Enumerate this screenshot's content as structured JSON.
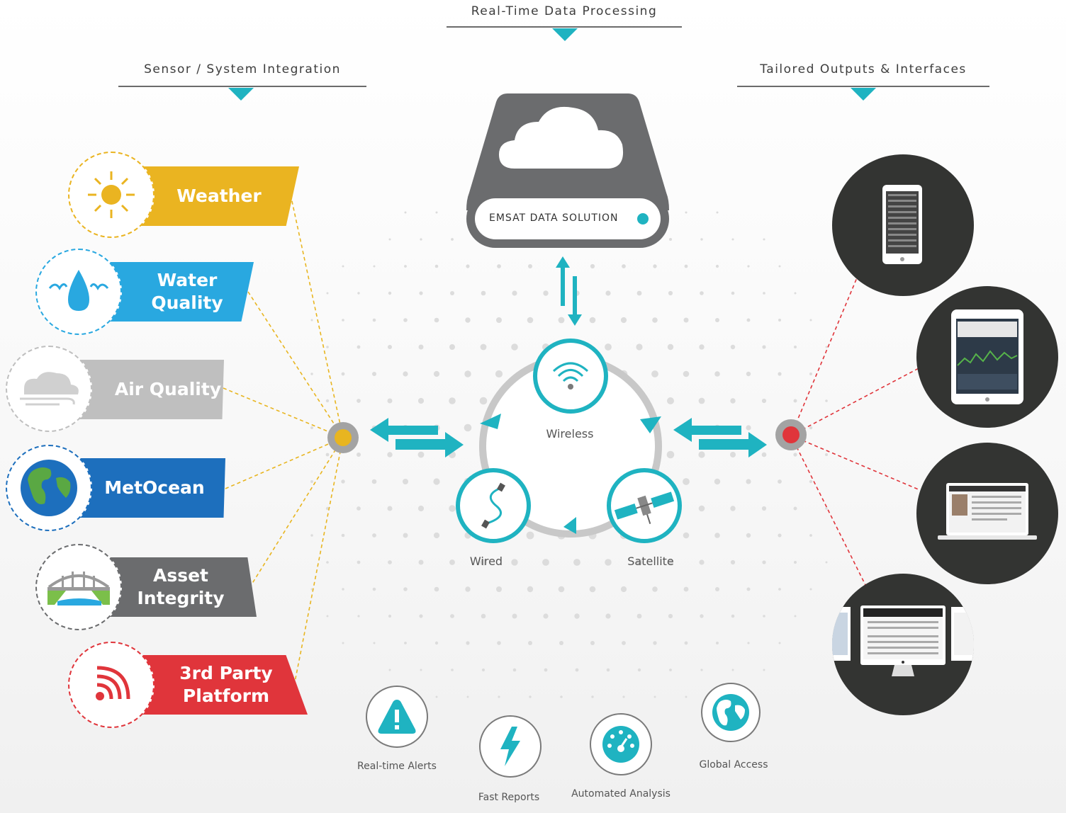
{
  "headers": {
    "center": "Real-Time Data Processing",
    "left": "Sensor / System Integration",
    "right": "Tailored Outputs & Interfaces"
  },
  "server": {
    "label": "EMSAT DATA SOLUTION"
  },
  "sensors": [
    {
      "label": "Weather",
      "color": "#eab421",
      "icon": "sun-icon"
    },
    {
      "label": "Water Quality",
      "color": "#29a8e0",
      "icon": "water-drop-icon"
    },
    {
      "label": "Air Quality",
      "color": "#bfbfbf",
      "icon": "wind-cloud-icon"
    },
    {
      "label": "MetOcean",
      "color": "#1d6fbd",
      "icon": "globe-icon"
    },
    {
      "label": "Asset Integrity",
      "color": "#6b6c6e",
      "icon": "bridge-icon"
    },
    {
      "label": "3rd Party Platform",
      "color": "#e0353b",
      "icon": "signal-icon"
    }
  ],
  "comms": {
    "wireless": "Wireless",
    "wired": "Wired",
    "satellite": "Satellite"
  },
  "features": {
    "alerts": "Real-time Alerts",
    "reports": "Fast Reports",
    "analysis": "Automated Analysis",
    "global": "Global Access"
  },
  "outputs": [
    "phone-icon",
    "tablet-icon",
    "laptop-icon",
    "desktop-monitors-icon"
  ],
  "colors": {
    "accent": "#1fb3c1",
    "hub_left": "#e8b520",
    "hub_right": "#e0353b",
    "dark": "#333432"
  }
}
